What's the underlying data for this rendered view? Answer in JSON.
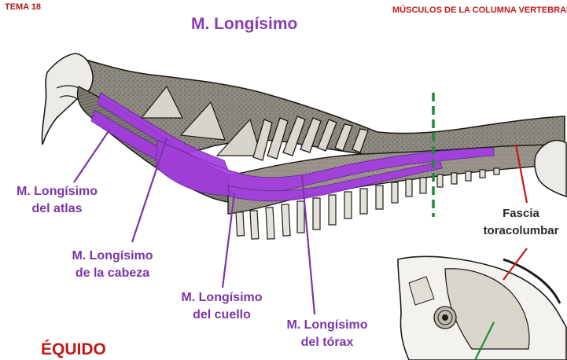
{
  "header": {
    "tema": "TEMA 18",
    "course_title": "MÚSCULOS DE LA COLUMNA VERTEBRAL"
  },
  "title": "M. Longísimo",
  "labels": {
    "atlas": [
      "M. Longísimo",
      "del atlas"
    ],
    "cabeza": [
      "M. Longísimo",
      "de la cabeza"
    ],
    "cuello": [
      "M. Longísimo",
      "del cuello"
    ],
    "torax": [
      "M. Longísimo",
      "del tórax"
    ],
    "fascia": [
      "Fascia",
      "toracolumbar"
    ]
  },
  "species": "ÉQUIDO",
  "colors": {
    "muscle": "#a23be0",
    "leader_purple": "#7a35a8",
    "leader_red": "#c01818",
    "leader_green": "#1f8a3a",
    "cut_line": "#1f8a3a",
    "bone": "#d8d4cc",
    "bone_outline": "#222222",
    "tissue": "#8e8880"
  }
}
